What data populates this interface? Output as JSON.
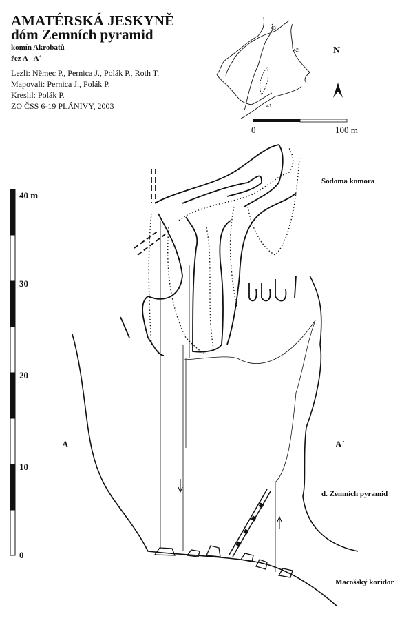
{
  "header": {
    "title": "AMATÉRSKÁ JESKYNĚ",
    "subtitle": "dóm Zemních pyramid",
    "section_name": "komín Akrobatů",
    "section_cut": "řez A - A´",
    "credits": [
      "Lezli: Němec P., Pernica J., Polák P., Roth T.",
      "Mapovali: Pernica J., Polák P.",
      "Kreslil: Polák P.",
      "ZO ČSS 6-19 PLÁNIVY, 2003"
    ]
  },
  "overview_map": {
    "station_labels": [
      "43",
      "42",
      "41"
    ],
    "north_label": "N",
    "scale_labels": [
      "0",
      "100 m"
    ]
  },
  "section": {
    "labels": {
      "sodoma": "Sodoma komora",
      "a_left": "A",
      "a_right": "A´",
      "dom": "d. Zemních pyramid",
      "koridor": "Macošský koridor"
    },
    "vertical_scale": [
      "40 m",
      "30",
      "20",
      "10",
      "0"
    ]
  }
}
